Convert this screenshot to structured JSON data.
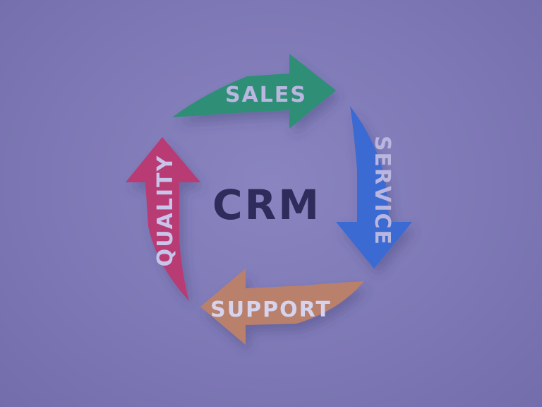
{
  "center": {
    "label": "CRM",
    "color": "#2f2b5a"
  },
  "arrows": [
    {
      "label": "SALES",
      "color": "#2e8f76",
      "text_color": "#b9b6e0"
    },
    {
      "label": "SERVICE",
      "color": "#3a6ad3",
      "text_color": "#b9b6e0"
    },
    {
      "label": "SUPPORT",
      "color": "#b9806c",
      "text_color": "#d6d3ee"
    },
    {
      "label": "QUALITY",
      "color": "#b83a73",
      "text_color": "#c8c4ea"
    }
  ],
  "background_color": "#7e79b6"
}
